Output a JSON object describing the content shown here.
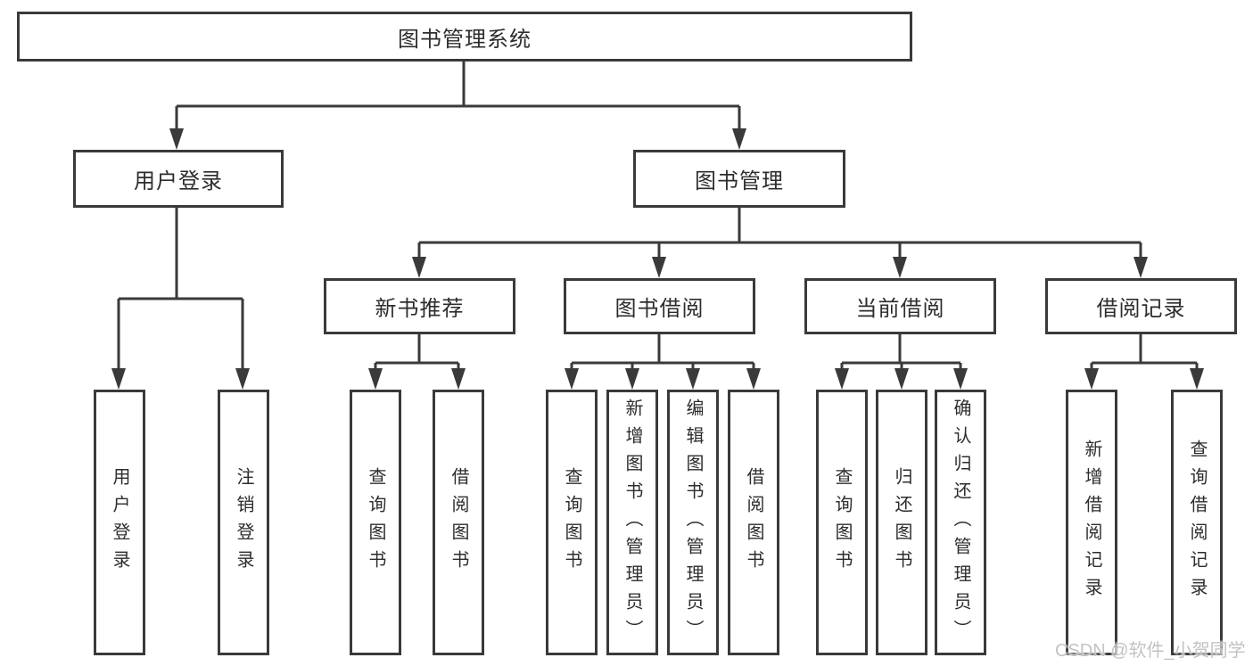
{
  "watermark": "CSDN @软件_小贺同学",
  "colors": {
    "border": "#3a3a3a",
    "line": "#3a3a3a",
    "text": "#2d2d2d",
    "watermark": "#c3c3c3",
    "background": "#ffffff"
  },
  "tree": {
    "label": "图书管理系统",
    "children": [
      {
        "label": "用户登录",
        "children": [
          {
            "label": "用户登录"
          },
          {
            "label": "注销登录"
          }
        ]
      },
      {
        "label": "图书管理",
        "children": [
          {
            "label": "新书推荐",
            "children": [
              {
                "label": "查询图书"
              },
              {
                "label": "借阅图书"
              }
            ]
          },
          {
            "label": "图书借阅",
            "children": [
              {
                "label": "查询图书"
              },
              {
                "label": "新增图书（管理员）"
              },
              {
                "label": "编辑图书（管理员）"
              },
              {
                "label": "借阅图书"
              }
            ]
          },
          {
            "label": "当前借阅",
            "children": [
              {
                "label": "查询图书"
              },
              {
                "label": "归还图书"
              },
              {
                "label": "确认归还（管理员）"
              }
            ]
          },
          {
            "label": "借阅记录",
            "children": [
              {
                "label": "新增借阅记录"
              },
              {
                "label": "查询借阅记录"
              }
            ]
          }
        ]
      }
    ]
  },
  "edges": [
    {
      "from": "图书管理系统",
      "to": "用户登录"
    },
    {
      "from": "图书管理系统",
      "to": "图书管理"
    },
    {
      "from": "用户登录",
      "to": "用户登录"
    },
    {
      "from": "用户登录",
      "to": "注销登录"
    },
    {
      "from": "图书管理",
      "to": "新书推荐"
    },
    {
      "from": "图书管理",
      "to": "图书借阅"
    },
    {
      "from": "图书管理",
      "to": "当前借阅"
    },
    {
      "from": "图书管理",
      "to": "借阅记录"
    },
    {
      "from": "新书推荐",
      "to": "查询图书"
    },
    {
      "from": "新书推荐",
      "to": "借阅图书"
    },
    {
      "from": "图书借阅",
      "to": "查询图书"
    },
    {
      "from": "图书借阅",
      "to": "新增图书（管理员）"
    },
    {
      "from": "图书借阅",
      "to": "编辑图书（管理员）"
    },
    {
      "from": "图书借阅",
      "to": "借阅图书"
    },
    {
      "from": "当前借阅",
      "to": "查询图书"
    },
    {
      "from": "当前借阅",
      "to": "归还图书"
    },
    {
      "from": "当前借阅",
      "to": "确认归还（管理员）"
    },
    {
      "from": "借阅记录",
      "to": "新增借阅记录"
    },
    {
      "from": "借阅记录",
      "to": "查询借阅记录"
    }
  ]
}
